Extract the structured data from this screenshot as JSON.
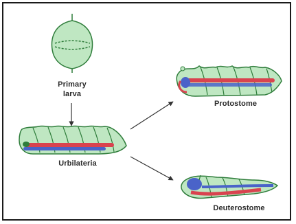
{
  "labels": {
    "primary_larva_line1": "Primary",
    "primary_larva_line2": "larva",
    "urbilateria": "Urbilateria",
    "protostome": "Protostome",
    "deuterostome": "Deuterostome"
  },
  "colors": {
    "body_green": "#bfe7c2",
    "outline_green": "#2f7d3b",
    "stripe_red": "#d9434f",
    "stripe_blue": "#4a63c9",
    "arrow": "#333333"
  }
}
